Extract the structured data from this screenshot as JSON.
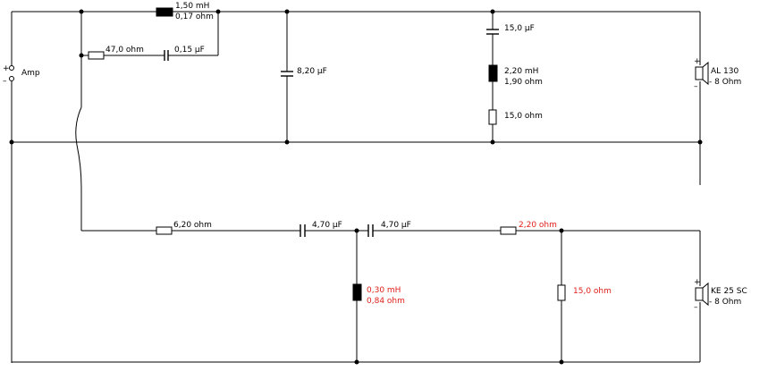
{
  "amp": {
    "label": "Amp",
    "plus": "+",
    "minus": "–"
  },
  "woofer_path": {
    "series_inductor": {
      "value": "1,50 mH",
      "resistance": "0,17 ohm"
    },
    "zobel_resistor": {
      "value": "47,0 ohm"
    },
    "zobel_capacitor": {
      "value": "0,15 µF"
    },
    "shunt_capacitor": {
      "value": "8,20 µF"
    },
    "notch_capacitor": {
      "value": "15,0 µF"
    },
    "notch_inductor": {
      "value": "2,20 mH",
      "resistance": "1,90 ohm"
    },
    "notch_resistor": {
      "value": "15,0 ohm"
    },
    "speaker": {
      "name": "AL 130",
      "impedance": "- 8 Ohm",
      "plus": "+",
      "minus": "–"
    }
  },
  "tweeter_path": {
    "series_resistor": {
      "value": "6,20 ohm"
    },
    "capacitor_1": {
      "value": "4,70 µF"
    },
    "capacitor_2": {
      "value": "4,70 µF"
    },
    "shunt_inductor": {
      "value": "0,30 mH",
      "resistance": "0,84 ohm"
    },
    "series_resistor_2": {
      "value": "2,20 ohm"
    },
    "shunt_resistor": {
      "value": "15,0 ohm"
    },
    "speaker": {
      "name": "KE 25 SC",
      "impedance": "- 8 Ohm",
      "plus": "+",
      "minus": "–"
    }
  },
  "colors": {
    "wire": "#000000",
    "changed_value": "#e0201b"
  }
}
